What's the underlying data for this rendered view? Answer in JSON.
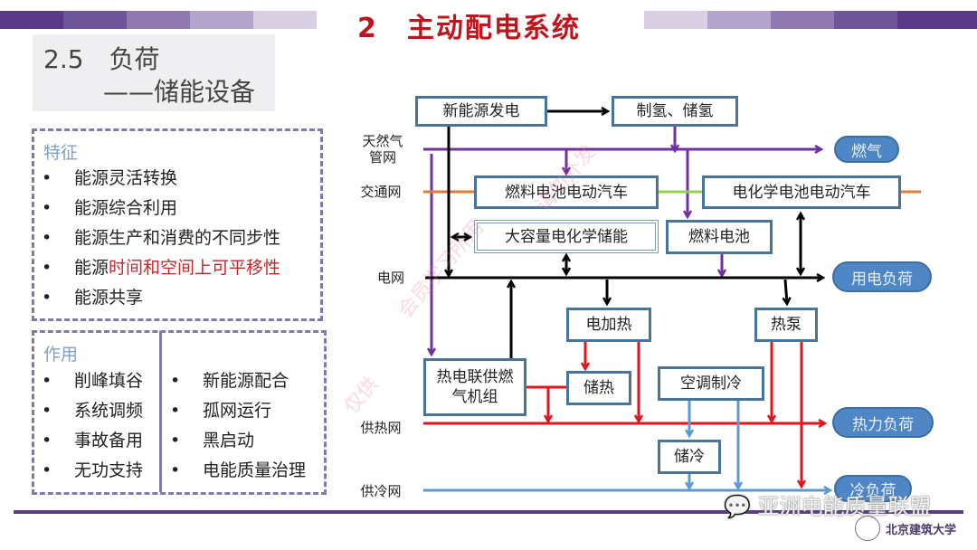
{
  "header": {
    "title": "2　主动配电系统",
    "bar_colors_left": [
      "#5a3a86",
      "#6e559a",
      "#8f79b0",
      "#b3a4cb",
      "#d9cfe3"
    ],
    "bar_colors_right": [
      "#d9cfe3",
      "#b3a4cb",
      "#8f79b0",
      "#6e559a",
      "#5a3a86"
    ]
  },
  "subtitle": {
    "line1": "2.5　负荷",
    "line2": "——储能设备"
  },
  "features": {
    "title": "特征",
    "items": [
      {
        "text": "能源灵活转换",
        "highlight": ""
      },
      {
        "text": "能源综合利用",
        "highlight": ""
      },
      {
        "text": "能源生产和消费的不同步性",
        "highlight": ""
      },
      {
        "text": "能源",
        "highlight": "时间和空间上可平移性"
      },
      {
        "text": "能源共享",
        "highlight": ""
      }
    ],
    "bullet": "•"
  },
  "functions": {
    "title": "作用",
    "left_items": [
      "削峰填谷",
      "系统调频",
      "事故备用",
      "无功支持"
    ],
    "right_items": [
      "新能源配合",
      "孤网运行",
      "黑启动",
      "电能质量治理"
    ],
    "bullet": "•"
  },
  "diagram": {
    "networks": {
      "gas": "天然气\n管网",
      "traffic": "交通网",
      "power": "电网",
      "heat": "供热网",
      "cold": "供冷网"
    },
    "nodes": {
      "renewable": "新能源发电",
      "hydrogen": "制氢、储氢",
      "fcev": "燃料电池电动汽车",
      "bev": "电化学电池电动汽车",
      "large_storage": "大容量电化学储能",
      "fuel_cell": "燃料电池",
      "electric_heating": "电加热",
      "heat_pump": "热泵",
      "chp": "热电联供燃气机组",
      "heat_storage": "储热",
      "ac_cooling": "空调制冷",
      "cold_storage": "储冷"
    },
    "loads": {
      "gas": "燃气",
      "electric": "用电负荷",
      "heat": "热力负荷",
      "cold": "冷负荷"
    },
    "colors": {
      "gas": "#7030a0",
      "power": "#000000",
      "heat": "#e0161c",
      "cold": "#5b9bd5",
      "traffic": "#e07b39",
      "ev_link": "#92d050",
      "load_pill": "#4f86c6"
    }
  },
  "watermark": {
    "texts": [
      "仅供",
      "会员学习所用",
      "请勿外发"
    ]
  },
  "footer": {
    "wechat": "亚洲电能质量联盟",
    "university": "北京建筑大学"
  }
}
